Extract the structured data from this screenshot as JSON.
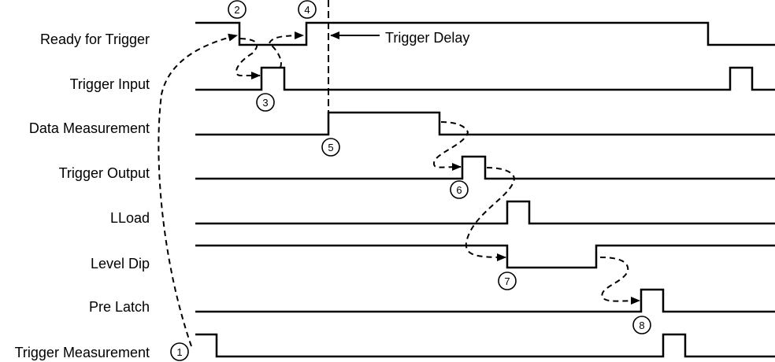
{
  "diagram": {
    "type": "timing-diagram",
    "colors": {
      "line": "#000000",
      "background": "#ffffff"
    },
    "signals": [
      {
        "name": "Ready for Trigger",
        "initial": "high",
        "transitions": [
          {
            "at": 304,
            "to": "low"
          },
          {
            "at": 389,
            "to": "high"
          },
          {
            "at": 899,
            "to": "low"
          }
        ]
      },
      {
        "name": "Trigger Input",
        "initial": "low",
        "transitions": [
          {
            "at": 332,
            "to": "high"
          },
          {
            "at": 361,
            "to": "low"
          },
          {
            "at": 927,
            "to": "high"
          },
          {
            "at": 955,
            "to": "low"
          }
        ]
      },
      {
        "name": "Data Measurement",
        "initial": "low",
        "transitions": [
          {
            "at": 417,
            "to": "high"
          },
          {
            "at": 558,
            "to": "low"
          }
        ]
      },
      {
        "name": "Trigger Output",
        "initial": "low",
        "transitions": [
          {
            "at": 587,
            "to": "high"
          },
          {
            "at": 616,
            "to": "low"
          }
        ]
      },
      {
        "name": "LLoad",
        "initial": "low",
        "transitions": [
          {
            "at": 644,
            "to": "high"
          },
          {
            "at": 672,
            "to": "low"
          }
        ]
      },
      {
        "name": "Level Dip",
        "initial": "high",
        "transitions": [
          {
            "at": 644,
            "to": "low"
          },
          {
            "at": 757,
            "to": "high"
          }
        ]
      },
      {
        "name": "Pre Latch",
        "initial": "low",
        "transitions": [
          {
            "at": 814,
            "to": "high"
          },
          {
            "at": 842,
            "to": "low"
          }
        ]
      },
      {
        "name": "Trigger Measurement",
        "initial": "high",
        "transitions": [
          {
            "at": 275,
            "to": "low"
          },
          {
            "at": 842,
            "to": "high"
          },
          {
            "at": 870,
            "to": "low"
          }
        ]
      }
    ],
    "annotation": {
      "text": "Trigger Delay"
    },
    "step_markers": [
      "1",
      "2",
      "3",
      "4",
      "5",
      "6",
      "7",
      "8"
    ]
  }
}
